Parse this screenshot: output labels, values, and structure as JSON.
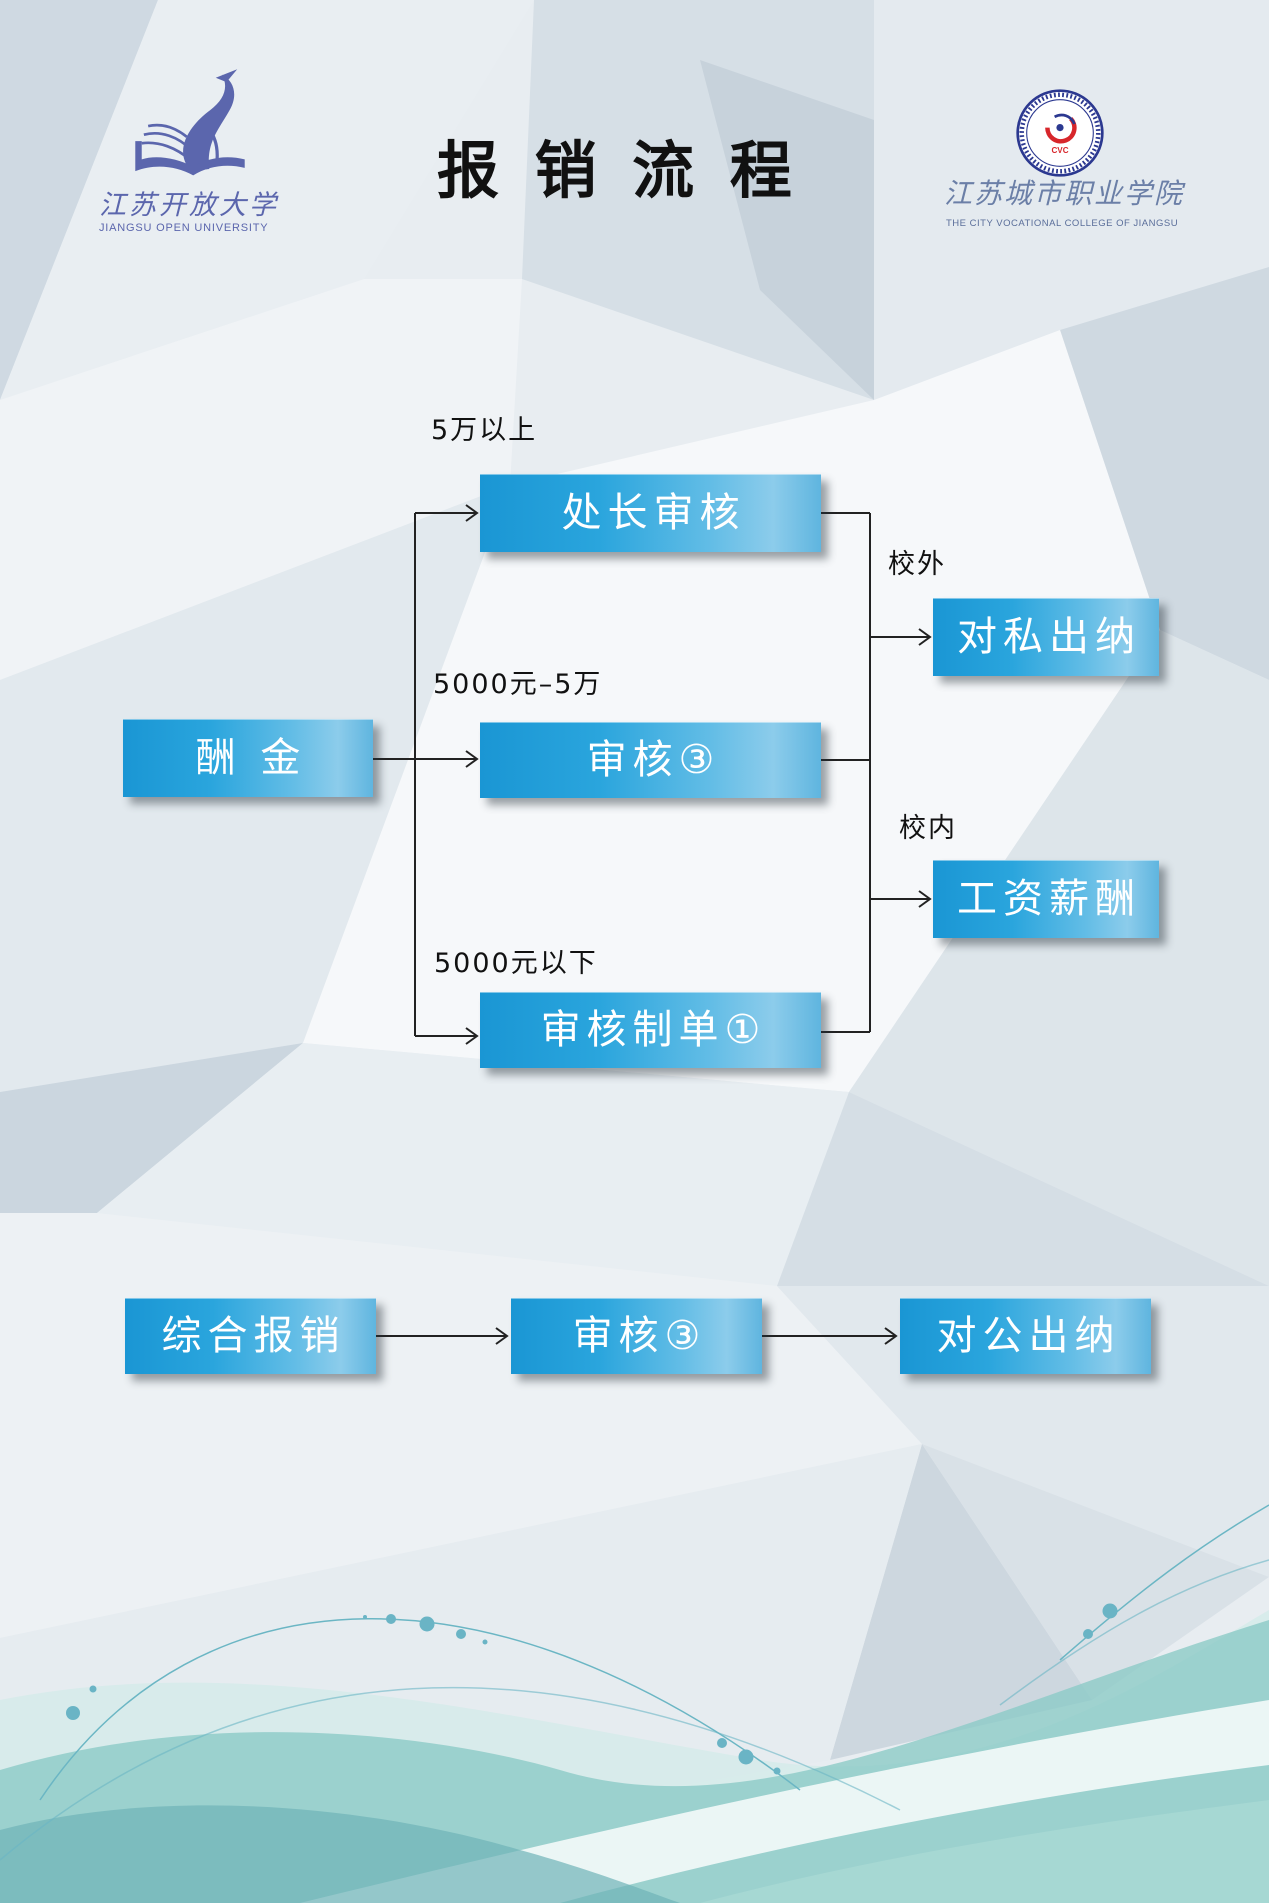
{
  "header": {
    "title": "报 销 流 程",
    "left_logo": {
      "icon": "swan-book-logo",
      "name_cn": "江苏开放大学",
      "name_en": "JIANGSU OPEN UNIVERSITY"
    },
    "right_logo": {
      "icon": "college-seal-logo",
      "badge_text": "CVC",
      "name_cn": "江苏城市职业学院",
      "name_en": "THE CITY VOCATIONAL COLLEGE OF JIANGSU"
    }
  },
  "flow_remuneration": {
    "source": "酬 金",
    "branches": [
      {
        "condition": "5万以上",
        "step": "处长审核"
      },
      {
        "condition": "5000元–5万",
        "step": "审核③"
      },
      {
        "condition": "5000元以下",
        "step": "审核制单①"
      }
    ],
    "outcomes": [
      {
        "condition": "校外",
        "step": "对私出纳"
      },
      {
        "condition": "校内",
        "step": "工资薪酬"
      }
    ]
  },
  "flow_general": {
    "steps": [
      "综合报销",
      "审核③",
      "对公出纳"
    ]
  },
  "icons": {
    "arrow": "arrow-right-icon"
  },
  "colors": {
    "box_gradient_start": "#1a96d4",
    "box_gradient_end": "#8ccceb",
    "box_text": "#ffffff",
    "logo_blue": "#5b66ad",
    "seal_red": "#d7262b",
    "seal_blue": "#2b3890",
    "wave_teal": "#8ccac7"
  }
}
